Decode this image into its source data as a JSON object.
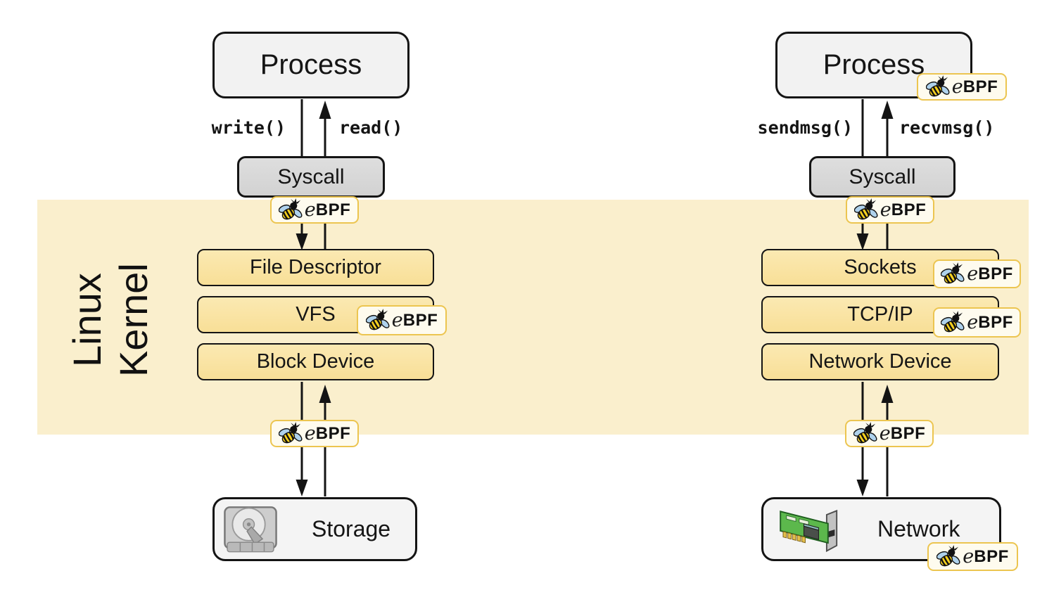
{
  "kernel": {
    "label_line1": "Linux",
    "label_line2": "Kernel"
  },
  "ebpf": {
    "e": "e",
    "bpf": "BPF"
  },
  "left": {
    "process": "Process",
    "call_down": "write()",
    "call_up": "read()",
    "syscall": "Syscall",
    "layers": [
      "File Descriptor",
      "VFS",
      "Block Device"
    ],
    "endpoint": "Storage"
  },
  "right": {
    "process": "Process",
    "call_down": "sendmsg()",
    "call_up": "recvmsg()",
    "syscall": "Syscall",
    "layers": [
      "Sockets",
      "TCP/IP",
      "Network Device"
    ],
    "endpoint": "Network"
  },
  "icons": {
    "badge_icon": "bee-icon",
    "storage_icon": "hard-disk-icon",
    "network_icon": "network-card-icon"
  },
  "colors": {
    "kernel_band": "#FAEFCD",
    "kernel_box": "#FAE3A0",
    "syscall_box": "#D6D6D6",
    "process_box": "#F2F2F2",
    "endpoint_box": "#F4F4F4",
    "badge_background": "#FEFBEE",
    "badge_border": "#ECC550",
    "outline": "#141414",
    "wing_blue": "#AFD2EC",
    "bee_yellow": "#F8D21F",
    "card_green": "#5CB84C"
  }
}
